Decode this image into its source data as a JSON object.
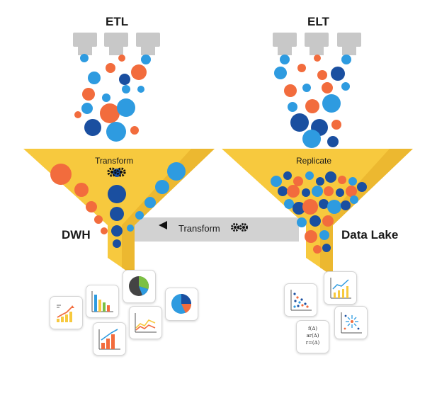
{
  "colors": {
    "funnel_yellow": "#F7C93E",
    "funnel_shadow": "#E3A925",
    "dark_blue": "#1A4FA0",
    "light_blue": "#2E9BE0",
    "orange": "#F26C3D",
    "nozzle_gray": "#C8C8C8",
    "pipe_gray": "#D2D2D2"
  },
  "left": {
    "method_label": "ETL",
    "funnel_label": "Transform",
    "gear_icon": "gears-icon",
    "target_label": "DWH"
  },
  "right": {
    "method_label": "ELT",
    "funnel_label": "Replicate",
    "target_label": "Data Lake"
  },
  "connector": {
    "label": "Transform",
    "arrow_icon": "left-arrow-icon",
    "gear_icon": "gears-icon"
  },
  "left_outputs": [
    "line-chart-icon",
    "bar-chart-icon",
    "pie-chart-icon",
    "area-chart-icon",
    "growth-chart-icon",
    "pie-chart-icon"
  ],
  "right_outputs": {
    "icons": [
      "scatter-plot-icon",
      "trend-chart-icon",
      "formula-icon",
      "star-scatter-icon"
    ],
    "formula_lines": [
      "f(∆)",
      "ar(∆)",
      "r=(∆)"
    ]
  }
}
